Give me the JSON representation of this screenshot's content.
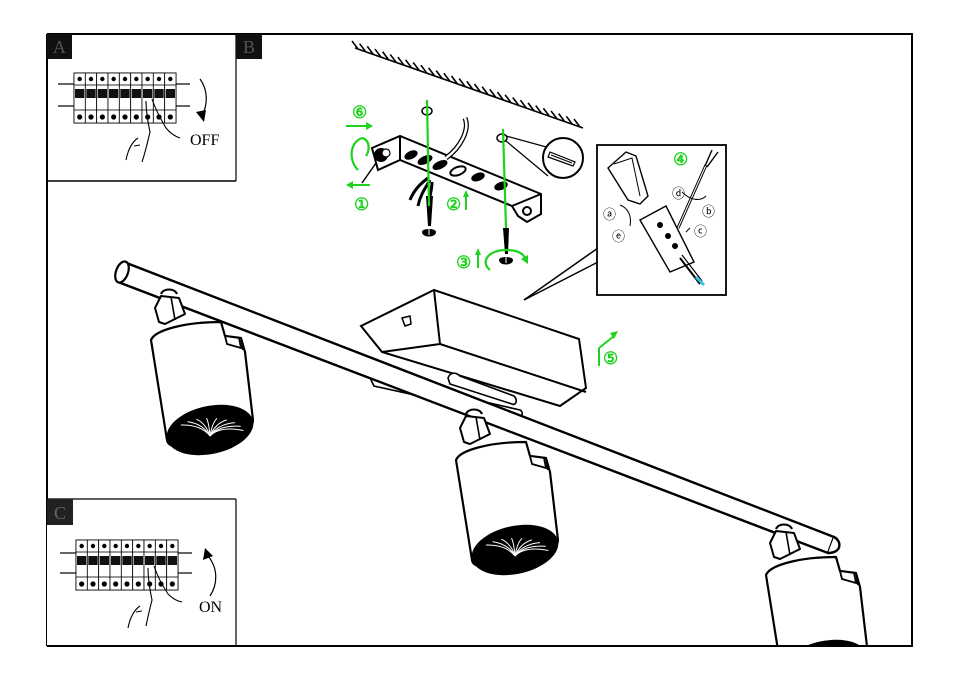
{
  "document": {
    "type": "assembly-instruction-sheet",
    "subject": "3-spot ceiling track light installation"
  },
  "colors": {
    "line": "#000000",
    "step_green": "#1ed21e",
    "wire_tip_cyan": "#35c8e0",
    "background": "#ffffff"
  },
  "panels": {
    "a": {
      "label": "A",
      "caption": "OFF",
      "action": "switch breaker off"
    },
    "b": {
      "label": "B"
    },
    "c": {
      "label": "C",
      "caption": "ON",
      "action": "switch breaker on"
    }
  },
  "steps": {
    "s1": "①",
    "s2": "②",
    "s3": "③",
    "s4": "④",
    "s5": "⑤",
    "s6": "⑥"
  },
  "terminal_callout": {
    "step": "④",
    "sub_steps": [
      "ⓐ",
      "ⓑ",
      "ⓒ",
      "ⓓ",
      "ⓔ"
    ]
  },
  "breaker_panel": {
    "module_count": 9
  },
  "lamp": {
    "spot_count": 3
  }
}
